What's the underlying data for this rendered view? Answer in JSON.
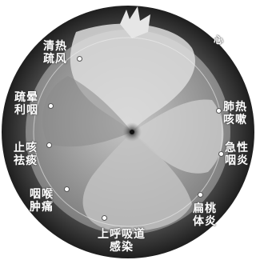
{
  "labels": {
    "qing_re": "清热\n疏风",
    "su_yun": "疏晕\n利咽",
    "zhi_ke": "止咳\n祛痰",
    "yan_hou": "咽喉\n肿痛",
    "shang_hu": "上呼吸道\n感染",
    "bian_tao": "扁桃\n体炎",
    "ji_xing": "急性\n咽炎",
    "fei_re": "肺热\n咳嗽",
    "partial_top_right": "心"
  },
  "colors": {
    "outer_ring": "#3a3a3a",
    "inner_disc": "#9a9a9a",
    "light_petal": "#d9d9d9",
    "dark_petal": "#7a7a7a",
    "center": "#222222"
  }
}
